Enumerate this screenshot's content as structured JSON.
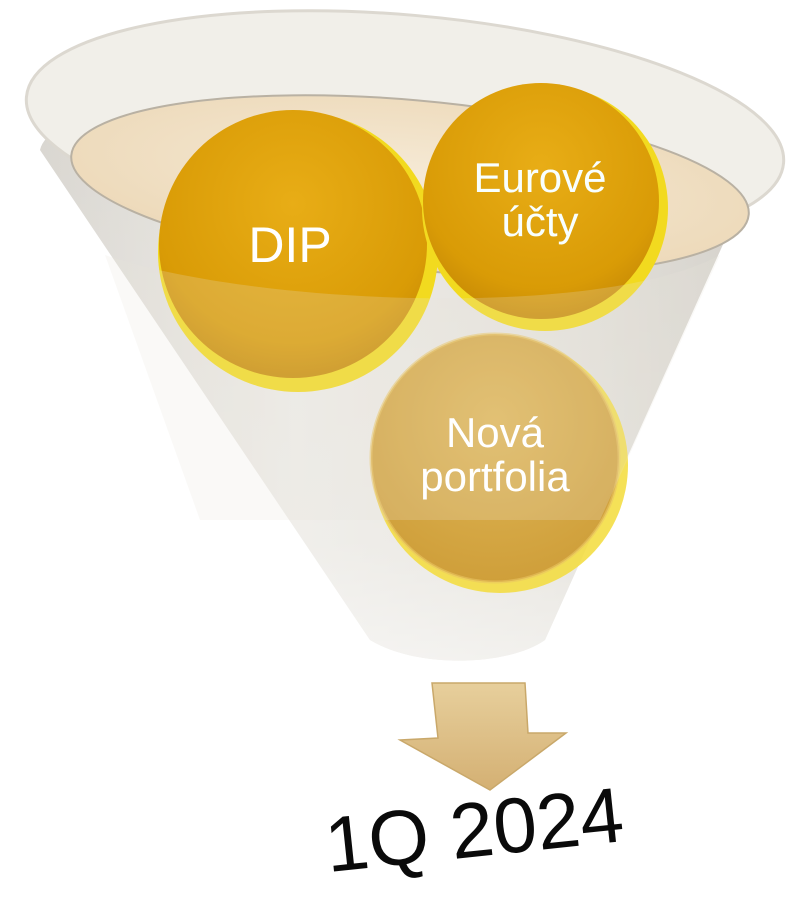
{
  "circles": [
    {
      "id": "dip",
      "label": "DIP"
    },
    {
      "id": "euro",
      "label": "Eurové\núčty"
    },
    {
      "id": "nova",
      "label": "Nová\nportfolia"
    }
  ],
  "result": {
    "label": "1Q 2024"
  },
  "colors": {
    "funnel": "#e3e0d9",
    "funnel_rim": "#f3f1ec",
    "funnel_inner": "#f2e3c9",
    "circle_gold": "#dfa20a",
    "circle_edge": "#f5e02a",
    "circle_faded": "#d9ad46",
    "arrow": "#dcc08a"
  }
}
